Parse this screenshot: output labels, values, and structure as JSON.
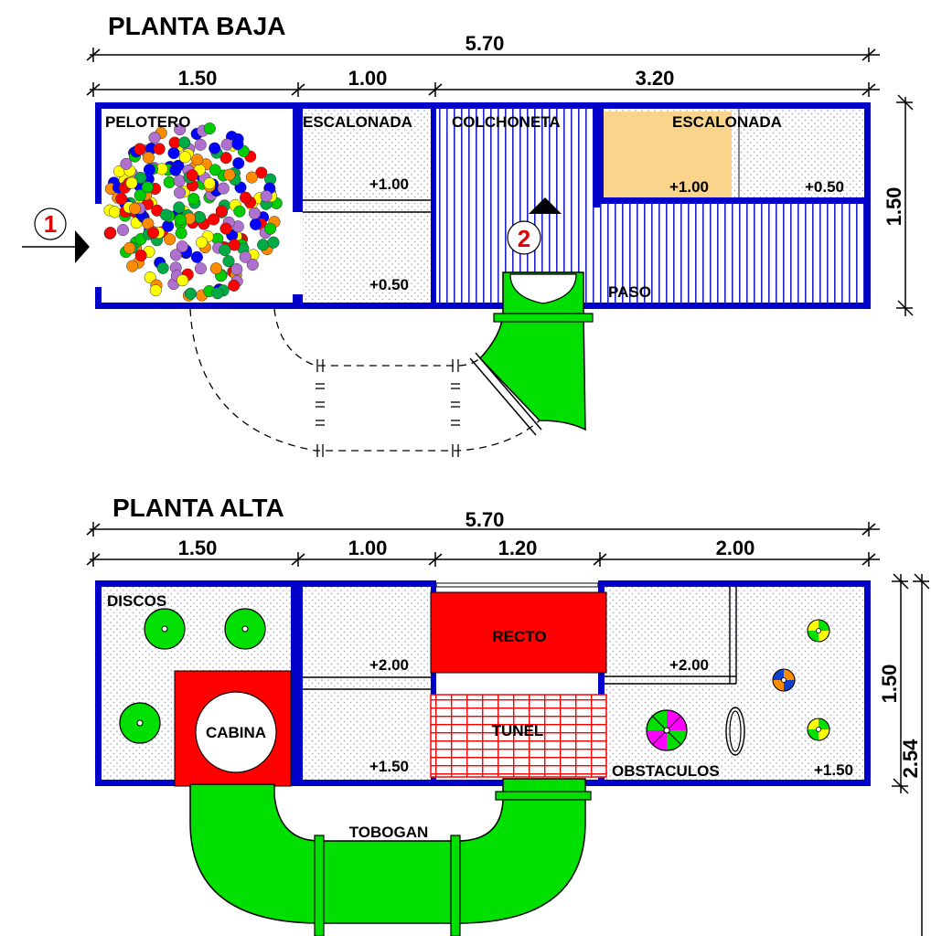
{
  "colors": {
    "wall": "#0000c8",
    "floor_dots": "#9aa0b8",
    "slide": "#00e000",
    "box": "#ff0000",
    "amber": "#f9d48a",
    "marker_red": "#e00000"
  },
  "planta_baja": {
    "title": "PLANTA BAJA",
    "total_dim": "5.70",
    "dims": [
      "1.50",
      "1.00",
      "3.20"
    ],
    "side_dim": "1.50",
    "labels": {
      "pelotero": "PELOTERO",
      "escalonada_1": "ESCALONADA",
      "colchoneta": "COLCHONETA",
      "escalonada_2": "ESCALONADA",
      "paso": "PASO"
    },
    "levels": {
      "esc1_top": "+1.00",
      "esc1_bottom": "+0.50",
      "esc2_left": "+1.00",
      "esc2_right": "+0.50"
    },
    "markers": [
      "1",
      "2"
    ]
  },
  "planta_alta": {
    "title": "PLANTA ALTA",
    "total_dim": "5.70",
    "dims": [
      "1.50",
      "1.00",
      "1.20",
      "2.00"
    ],
    "side_dim": "1.50",
    "total_side_dim": "2.54",
    "labels": {
      "discos": "DISCOS",
      "cabina": "CABINA",
      "recto": "RECTO",
      "tunel": "TUNEL",
      "obstaculos": "OBSTACULOS",
      "tobogan": "TOBOGAN"
    },
    "levels": {
      "mid_top": "+2.00",
      "mid_bottom": "+1.50",
      "right_top": "+2.00",
      "right_bottom": "+1.50"
    }
  }
}
